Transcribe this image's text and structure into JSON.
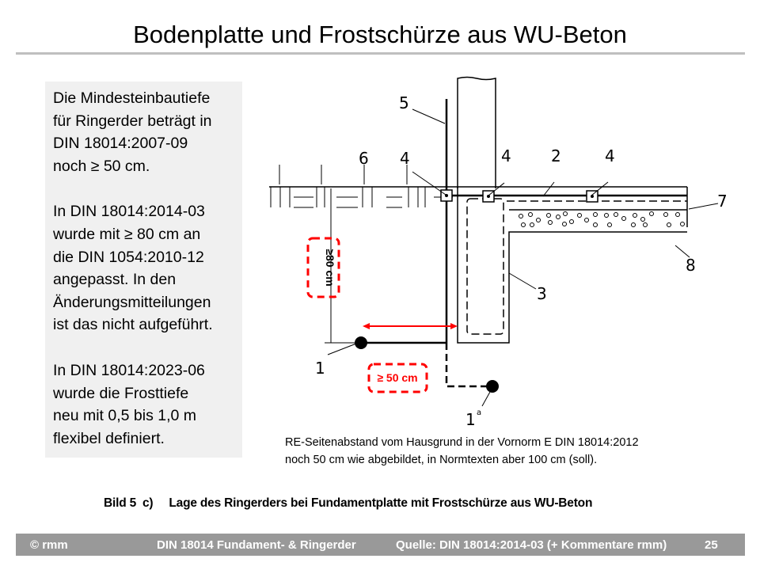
{
  "title": "Bodenplatte und Frostschürze aus WU-Beton",
  "infobox": {
    "paragraphs": [
      "Die Mindesteinbautiefe\nfür Ringerder beträgt in\nDIN 18014:2007-09\nnoch ≥ 50 cm.",
      "In DIN 18014:2014-03\nwurde mit ≥ 80 cm an\ndie DIN 1054:2010-12\nangepasst. In den\nÄnderungsmitteilungen\nist das nicht aufgeführt.",
      "In DIN 18014:2023-06\nwurde die Frosttiefe\nneu mit 0,5 bis 1,0 m\nflexibel definiert."
    ]
  },
  "diagram": {
    "labels": {
      "l5": "5",
      "l6": "6",
      "l4a": "4",
      "l4b": "4",
      "l2": "2",
      "l4c": "4",
      "l7": "7",
      "l8": "8",
      "l3": "3",
      "l1": "1",
      "l1a": "1",
      "l1a_sup": "a"
    },
    "depth_annotation": "≥80 cm",
    "distance_annotation": "≥ 50 cm",
    "annotation_color": "#ff0000"
  },
  "note": "RE-Seitenabstand vom Hausgrund in der Vornorm E DIN 18014:2012\nnoch 50 cm wie abgebildet, in Normtexten aber 100 cm (soll).",
  "caption": {
    "figure": "Bild 5",
    "part": "c)",
    "text": "Lage des Ringerders bei Fundamentplatte mit Frostschürze aus WU-Beton"
  },
  "footer": {
    "copyright": "© rmm",
    "topic": "DIN 18014 Fundament- & Ringerder",
    "source": "Quelle: DIN 18014:2014-03 (+ Kommentare rmm)",
    "page": "25"
  }
}
